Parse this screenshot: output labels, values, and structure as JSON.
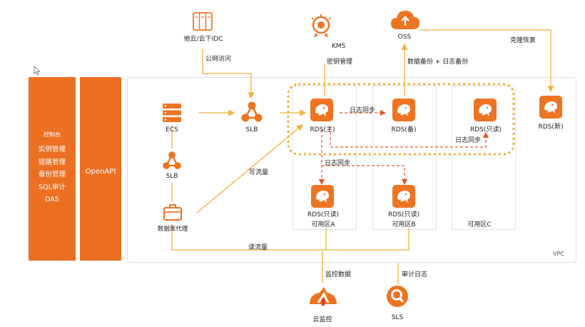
{
  "colors": {
    "accent": "#ee7422",
    "line": "#f0b23c",
    "border": "#e2e2e2"
  },
  "console_panel": {
    "title": "控制台",
    "items": [
      "实例管理",
      "链路管理",
      "备份管理",
      "SQL审计",
      "DAS"
    ]
  },
  "openapi_label": "OpenAPI",
  "vpc_label": "VPC",
  "nodes": {
    "idc": "他云/云下IDC",
    "kms": "KMS",
    "kms_desc": "密钥管理",
    "oss": "OSS",
    "ecs": "ECS",
    "slb_top": "SLB",
    "slb_left": "SLB",
    "db_proxy": "数据库代理",
    "rds_master": "RDS(主)",
    "rds_standby": "RDS(备)",
    "rds_readonly_c": "RDS(只读)",
    "rds_new": "RDS(新)",
    "rds_readonly_a": "RDS(只读)",
    "rds_readonly_b": "RDS(只读)",
    "cloud_monitor": "云监控",
    "sls": "SLS"
  },
  "edges": {
    "public_access": "公网访问",
    "backup": "数据备份 + 日志备份",
    "clone_restore": "克隆恢复",
    "log_sync_1": "日志同步",
    "log_sync_2": "日志同步",
    "log_sync_3": "日志同步",
    "write_traffic": "写流量",
    "read_traffic": "读流量",
    "monitor_data": "监控数据",
    "audit_log": "审计日志"
  },
  "zones": [
    "可用区A",
    "可用区B",
    "可用区C"
  ],
  "icons": [
    "server-icon",
    "kms-icon",
    "cloud-upload-icon",
    "ecs-icon",
    "slb-icon",
    "toolbox-icon",
    "rds-dolphin-icon",
    "cloud-monitor-icon",
    "sls-search-icon",
    "cursor-icon"
  ]
}
